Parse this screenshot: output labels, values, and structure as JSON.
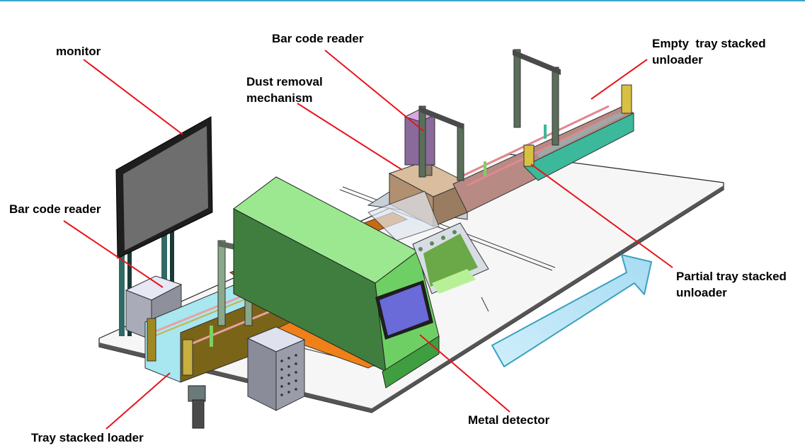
{
  "diagram": {
    "title": "Tray handling inspection line with metal detector",
    "labels": {
      "monitor": "monitor",
      "bar_code_reader_top": "Bar code reader",
      "dust_removal_line1": "Dust removal",
      "dust_removal_line2": "mechanism",
      "empty_tray_line1": "Empty  tray stacked",
      "empty_tray_line2": "unloader",
      "bar_code_reader_left": "Bar code reader",
      "partial_tray_line1": "Partial tray stacked",
      "partial_tray_line2": "unloader",
      "tray_loader": "Tray stacked loader",
      "metal_detector": "Metal detector"
    },
    "flow_arrow": {
      "meaning": "direction of tray flow",
      "direction": "up-right"
    },
    "colors": {
      "leader_line": "#e8141c",
      "frame_accent": "#3aa8c8",
      "metal_detector_body": "#7fe07a",
      "metal_detector_screen": "#6a6ad8",
      "conveyor_orange": "#f08018",
      "unloader_teal": "#3cb89a",
      "dust_hood": "#c9ab8c",
      "arrow_fill": "#bfe6f6",
      "arrow_stroke": "#3aa0c0"
    }
  }
}
